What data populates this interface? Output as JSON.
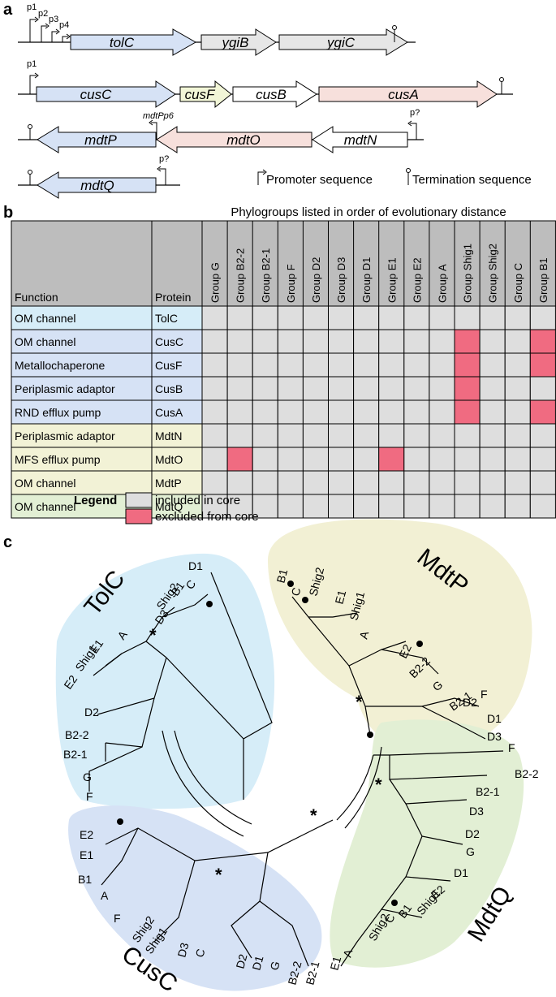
{
  "panels": {
    "a": "a",
    "b": "b",
    "c": "c"
  },
  "operons": [
    {
      "genes": [
        "tolC",
        "ygiB",
        "ygiC"
      ],
      "promoters": [
        "p1",
        "p2",
        "p3",
        "p4"
      ]
    },
    {
      "genes": [
        "cusC",
        "cusF",
        "cusB",
        "cusA"
      ],
      "promoters": [
        "p1"
      ]
    },
    {
      "genes": [
        "mdtP",
        "mdtO",
        "mdtN"
      ],
      "promoters": [
        "mdtPp6",
        "p?"
      ]
    },
    {
      "genes": [
        "mdtQ"
      ],
      "promoters": [
        "p?"
      ]
    }
  ],
  "legend_a": {
    "promoter": "Promoter sequence",
    "termination": "Termination sequence"
  },
  "colors": {
    "blue_light": "#d6edf8",
    "blue": "#d6e2f5",
    "yellow": "#f2f2d6",
    "green": "#e2efd4",
    "pink_gene": "#f7e0dc",
    "cusF": "#f2f6d7",
    "gene_gray": "#eaeaea",
    "gene_gray_dark": "#dcdcdc",
    "included": "#dedede",
    "excluded": "#f06b81",
    "tbl_header": "#bdbdbd"
  },
  "table": {
    "title": "Phylogroups listed in order of evolutionary distance",
    "col_function": "Function",
    "col_protein": "Protein",
    "groups": [
      "Group G",
      "Group B2-2",
      "Group B2-1",
      "Group F",
      "Group D2",
      "Group D3",
      "Group D1",
      "Group E1",
      "Group E2",
      "Group A",
      "Group Shig1",
      "Group Shig2",
      "Group C",
      "Group B1"
    ],
    "rows": [
      {
        "function": "OM channel",
        "protein": "TolC",
        "excluded": []
      },
      {
        "function": "OM channel",
        "protein": "CusC",
        "excluded": [
          10,
          13
        ]
      },
      {
        "function": "Metallochaperone",
        "protein": "CusF",
        "excluded": [
          10,
          13
        ]
      },
      {
        "function": "Periplasmic adaptor",
        "protein": "CusB",
        "excluded": [
          10
        ]
      },
      {
        "function": "RND efflux pump",
        "protein": "CusA",
        "excluded": [
          10,
          13
        ]
      },
      {
        "function": "Periplasmic adaptor",
        "protein": "MdtN",
        "excluded": []
      },
      {
        "function": "MFS efflux pump",
        "protein": "MdtO",
        "excluded": [
          1,
          7
        ]
      },
      {
        "function": "OM channel",
        "protein": "MdtP",
        "excluded": []
      },
      {
        "function": "OM channel",
        "protein": "MdtQ",
        "excluded": []
      }
    ]
  },
  "legend_b": {
    "title": "Legend",
    "included": "included in core",
    "excluded": "excluded from core"
  },
  "tree": {
    "clades": [
      "TolC",
      "MdtP",
      "MdtQ",
      "CusC"
    ],
    "leaves": {
      "TolC": [
        "D1",
        "C",
        "B1",
        "Shig2",
        "D3",
        "A",
        "E1",
        "Shig1",
        "E2",
        "D2",
        "B2-2",
        "B2-1",
        "G",
        "F"
      ],
      "MdtP": [
        "B1",
        "C",
        "Shig2",
        "E1",
        "Shig1",
        "A",
        "E2",
        "B2-2",
        "G",
        "B2-1",
        "D2",
        "F",
        "D1",
        "D3"
      ],
      "MdtQ": [
        "F",
        "B2-2",
        "B2-1",
        "D3",
        "D2",
        "G",
        "D1",
        "E2",
        "Shig1",
        "B1",
        "C",
        "Shig2",
        "A",
        "E1"
      ],
      "CusC": [
        "E2",
        "E1",
        "B1",
        "A",
        "F",
        "Shig2",
        "Shig1",
        "D3",
        "C",
        "D2",
        "D1",
        "G",
        "B2-2",
        "B2-1"
      ]
    },
    "star": "*"
  }
}
